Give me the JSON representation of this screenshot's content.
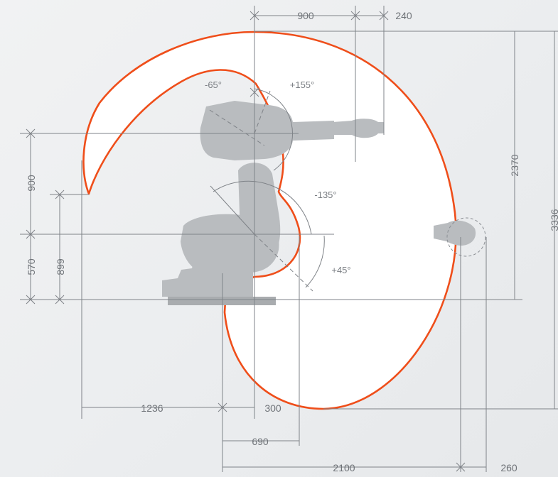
{
  "colors": {
    "envelope_stroke": "#ef4e1a",
    "envelope_fill": "#ffffff",
    "robot": "#b9bcbf",
    "dimension_line": "#7f8388",
    "background": "#eceef0"
  },
  "dimensions": {
    "top_reach": "900",
    "flange_offset": "240",
    "max_reach_height": "2370",
    "total_height": "3336",
    "arm_height": "900",
    "base_height": "570",
    "a2_height": "899",
    "rear_reach": "1236",
    "a1_offset": "300",
    "lower_reach": "690",
    "forward_reach": "2100",
    "wrist_offset": "260"
  },
  "angles": {
    "a2_neg": "-65°",
    "a2_pos": "+155°",
    "a3_neg": "-135°",
    "a3_pos": "+45°"
  }
}
